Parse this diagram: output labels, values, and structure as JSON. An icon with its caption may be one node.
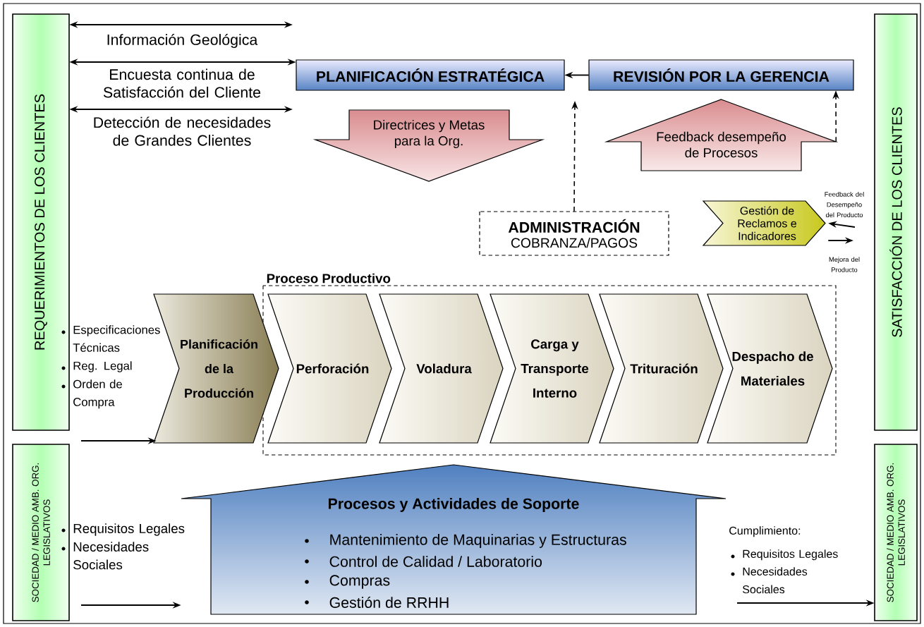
{
  "diagram": {
    "nodes": [
      {
        "text": [
          "REQUERIMIENTOS DE LOS CLIENTES"
        ]
      },
      {
        "text": [
          "SATISFACCIÓN DE LOS CLIENTES"
        ]
      },
      {
        "text": [
          "SOCIEDAD / MEDIO AMB. ORG. LEGISLATIVOS"
        ]
      },
      {
        "text": [
          "SOCIEDAD / MEDIO AMB. ORG. LEGISLATIVOS"
        ]
      },
      {
        "text": [
          "PLANIFICACIÓN ESTRATÉGICA"
        ]
      },
      {
        "text": [
          "REVISIÓN POR LA GERENCIA"
        ]
      },
      {
        "text": [
          "Directrices y Metas para la Org."
        ]
      },
      {
        "text": [
          "Feedback desempeño de Procesos"
        ]
      },
      {
        "text": [
          "ADMINISTRACIÓN",
          "COBRANZA/PAGOS"
        ]
      },
      {
        "text": [
          "Gestión de Reclamos e Indicadores"
        ]
      },
      {
        "text": [
          "Proceso Productivo"
        ]
      },
      {
        "text": [
          "Planificación de la Producción"
        ]
      },
      {
        "text": [
          "Perforación"
        ],
        "in": 10
      },
      {
        "text": [
          "Voladura"
        ],
        "in": 10
      },
      {
        "text": [
          "Carga y Transporte Interno"
        ],
        "in": 10
      },
      {
        "text": [
          "Trituración"
        ],
        "in": 10
      },
      {
        "text": [
          "Despacho de Materiales"
        ],
        "in": 10
      },
      {
        "text": [
          "Procesos y Actividades de Soporte",
          "Mantenimiento de Maquinarias y Estructuras",
          "Control de Calidad / Laboratorio",
          "Compras",
          "Gestión de RRHH"
        ]
      }
    ],
    "edges": [
      {
        "from": 0,
        "to": null,
        "arrow": "both",
        "label": "Información Geológica"
      },
      {
        "from": 0,
        "to": 4,
        "arrow": "both",
        "label": "Encuesta continua de Satisfacción del Cliente"
      },
      {
        "from": 0,
        "to": null,
        "arrow": "both",
        "label": "Detección de necesidades de Grandes Clientes"
      },
      {
        "from": 5,
        "to": 4,
        "arrow": "to"
      },
      {
        "from": 8,
        "to": null,
        "arrow": "to",
        "style": "dashed"
      },
      {
        "from": 7,
        "to": 5,
        "arrow": "to",
        "style": "dashed"
      },
      {
        "from": null,
        "to": 9,
        "arrow": "to",
        "label": "Feedback del Desempeño del Producto"
      },
      {
        "from": 9,
        "to": null,
        "arrow": "to",
        "label": "Mejora del Producto"
      },
      {
        "from": null,
        "to": 11,
        "arrow": "to"
      },
      {
        "from": null,
        "to": 17,
        "arrow": "to"
      },
      {
        "from": null,
        "to": 3,
        "arrow": "to"
      }
    ],
    "labels": [
      "Especificaciones Técnicas",
      "Reg. Legal",
      "Orden de Compra",
      "Requisitos Legales",
      "Necesidades Sociales",
      "Cumplimiento:",
      "Requisitos Legales",
      "Necesidades Sociales"
    ]
  }
}
